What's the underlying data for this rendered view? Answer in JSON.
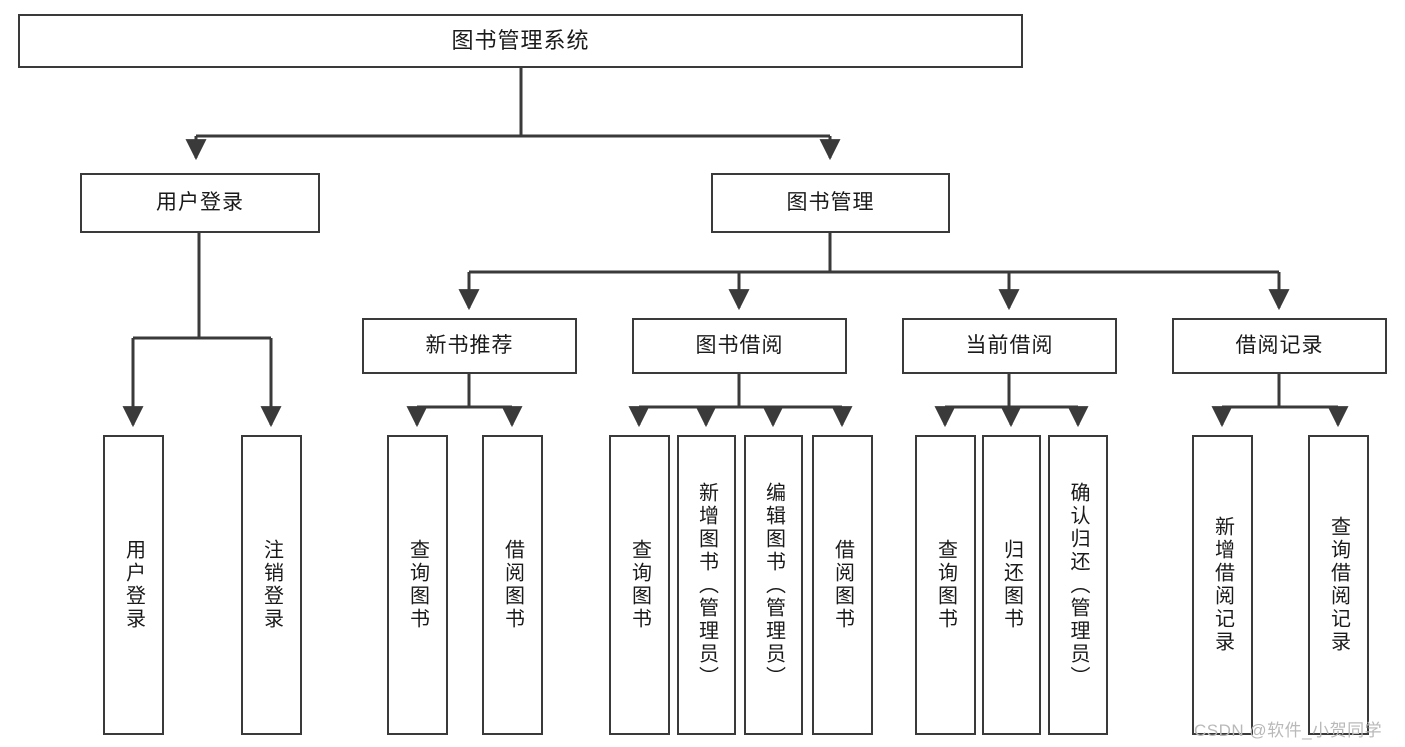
{
  "diagram": {
    "title_node": {
      "id": "root",
      "label": "图书管理系统"
    },
    "level2": [
      {
        "id": "user-login",
        "label": "用户登录"
      },
      {
        "id": "book-manage",
        "label": "图书管理"
      }
    ],
    "level3": [
      {
        "id": "new-book-recommend",
        "label": "新书推荐"
      },
      {
        "id": "book-borrow",
        "label": "图书借阅"
      },
      {
        "id": "current-borrow",
        "label": "当前借阅"
      },
      {
        "id": "borrow-record",
        "label": "借阅记录"
      }
    ],
    "leaves": [
      {
        "id": "leaf-user-login",
        "label": "用户登录",
        "parent": "user-login"
      },
      {
        "id": "leaf-user-logout",
        "label": "注销登录",
        "parent": "user-login"
      },
      {
        "id": "leaf-query-book-1",
        "label": "查询图书",
        "parent": "new-book-recommend"
      },
      {
        "id": "leaf-borrow-book-1",
        "label": "借阅图书",
        "parent": "new-book-recommend"
      },
      {
        "id": "leaf-query-book-2",
        "label": "查询图书",
        "parent": "book-borrow"
      },
      {
        "id": "leaf-add-book",
        "label": "新增图书（管理员）",
        "parent": "book-borrow"
      },
      {
        "id": "leaf-edit-book",
        "label": "编辑图书（管理员）",
        "parent": "book-borrow"
      },
      {
        "id": "leaf-borrow-book-2",
        "label": "借阅图书",
        "parent": "book-borrow"
      },
      {
        "id": "leaf-query-book-3",
        "label": "查询图书",
        "parent": "current-borrow"
      },
      {
        "id": "leaf-return-book",
        "label": "归还图书",
        "parent": "current-borrow"
      },
      {
        "id": "leaf-confirm-return",
        "label": "确认归还（管理员）",
        "parent": "current-borrow"
      },
      {
        "id": "leaf-add-record",
        "label": "新增借阅记录",
        "parent": "borrow-record"
      },
      {
        "id": "leaf-query-record",
        "label": "查询借阅记录",
        "parent": "borrow-record"
      }
    ],
    "watermark": "CSDN @软件_小贺同学",
    "colors": {
      "stroke": "#3a3a3a",
      "fill": "#ffffff",
      "text": "#1a1a1a",
      "watermark": "#b9b9b9"
    }
  }
}
